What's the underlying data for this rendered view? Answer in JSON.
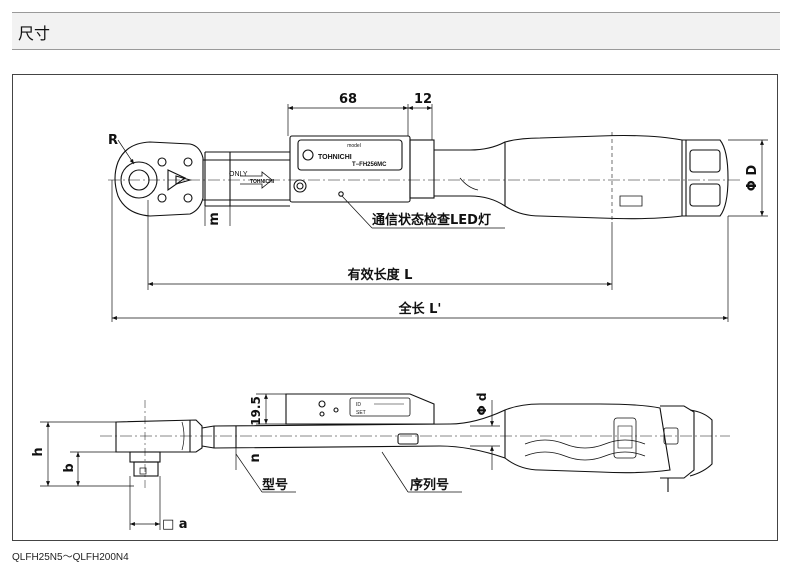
{
  "header": {
    "title": "尺寸"
  },
  "top_view": {
    "dim_68": "68",
    "dim_12": "12",
    "dim_R": "R",
    "dim_m": "m",
    "dim_phiD": "Φ D",
    "label_led": "通信状态检查LED灯",
    "label_effective_length": "有效长度 L",
    "label_total_length": "全长 L'",
    "plate_model": "model",
    "plate_number": "T−FH256MC",
    "brand": "TOHNICHI",
    "only_mark": "ONLY"
  },
  "side_view": {
    "dim_19_5": "19.5",
    "dim_phid": "Φ d",
    "dim_h": "h",
    "dim_b": "b",
    "dim_n": "n",
    "dim_a": "□ a",
    "label_model": "型号",
    "label_serial": "序列号",
    "panel_id": "ID",
    "panel_set": "SET"
  },
  "caption": "QLFH25N5～QLFH200N4"
}
